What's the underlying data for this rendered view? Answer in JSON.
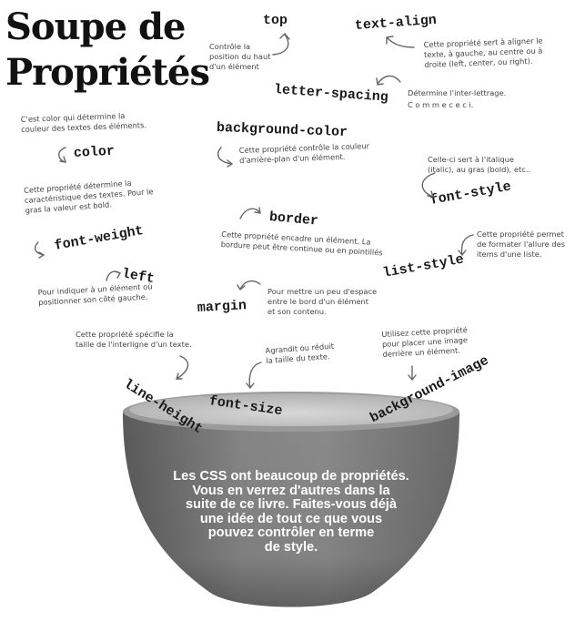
{
  "title": {
    "line1": "Soupe de",
    "line2": "Propriétés"
  },
  "properties": {
    "top": {
      "label": "top",
      "note": [
        "Contrôle la",
        "position du haut",
        "d'un élément"
      ]
    },
    "text_align": {
      "label": "text-align",
      "note": [
        "Cette propriété sert à aligner le",
        "texte, à gauche, au centre ou à",
        "droite (left, center, ou right)."
      ]
    },
    "letter_spacing": {
      "label": "letter-spacing",
      "note": [
        "Détermine l'inter-lettrage.",
        "C o m m e  c e c i."
      ]
    },
    "color": {
      "label": "color",
      "note": [
        "C'est color qui détermine la",
        "couleur des textes des éléments."
      ]
    },
    "background_color": {
      "label": "background-color",
      "note": [
        "Cette propriété contrôle la couleur",
        "d'arrière-plan d'un élément."
      ]
    },
    "font_style": {
      "label": "font-style",
      "note": [
        "Celle-ci sert à l'italique",
        "(italic), au gras (bold), etc.."
      ]
    },
    "font_weight": {
      "label": "font-weight",
      "note": [
        "Cette propriété détermine la",
        "caractéristique des textes. Pour le",
        "gras la valeur est bold."
      ]
    },
    "border": {
      "label": "border",
      "note": [
        "Cette propriété encadre un élément. La",
        "bordure peut être continue ou en pointillés"
      ]
    },
    "list_style": {
      "label": "list-style",
      "note": [
        "Cette propriété permet",
        "de formater l'allure des",
        "items d'une liste."
      ]
    },
    "left": {
      "label": "left",
      "note": [
        "Pour indiquer à un élément où",
        "positionner son côté gauche."
      ]
    },
    "margin": {
      "label": "margin",
      "note": [
        "Pour mettre un peu d'espace",
        "entre le bord d'un élément",
        "et son contenu."
      ]
    },
    "line_height": {
      "label": "line-height",
      "note": [
        "Cette propriété spécifie la",
        "taille de l'interligne d'un texte."
      ]
    },
    "font_size": {
      "label": "font-size",
      "note": [
        "Agrandit ou réduit",
        "la taille du texte."
      ]
    },
    "background_image": {
      "label": "background-image",
      "note": [
        "Utilisez cette propriété",
        "pour placer une image",
        "derrière un élément."
      ]
    }
  },
  "bowl": {
    "text": [
      "Les CSS ont beaucoup de propriétés.",
      "Vous en verrez d'autres dans la",
      "suite de ce livre. Faites-vous déjà",
      "une idée de tout ce que vous",
      "pouvez contrôler en terme",
      "de style."
    ],
    "colors": {
      "outer": "#6e6e6e",
      "outer_light": "#8c8c8c",
      "inner": "#c8c8c8",
      "inner_light": "#dcdcdc",
      "text": "#ffffff"
    }
  },
  "icons": [
    "curved-arrow"
  ]
}
